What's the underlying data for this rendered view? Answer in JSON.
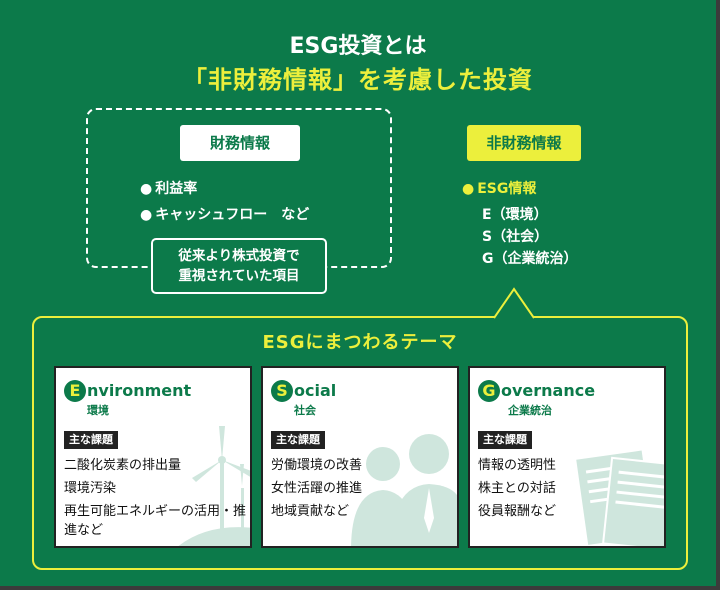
{
  "title": {
    "line1": "ESG投資とは",
    "line2": "「非財務情報」を考慮した投資"
  },
  "financial": {
    "tag": "財務情報",
    "items": [
      "利益率",
      "キャッシュフロー　など"
    ],
    "note_line1": "従来より株式投資で",
    "note_line2": "重視されていた項目"
  },
  "nonfinancial": {
    "tag": "非財務情報",
    "head": "ESG情報",
    "items": [
      "E（環境）",
      "S（社会）",
      "G（企業統治）"
    ]
  },
  "theme_title": "ESGにまつわるテーマ",
  "cards": [
    {
      "letter": "E",
      "word": "nvironment",
      "sub": "環境",
      "label": "主な課題",
      "items": [
        "二酸化炭素の排出量",
        "環境汚染",
        "再生可能エネルギーの活用・推進など"
      ]
    },
    {
      "letter": "S",
      "word": "ocial",
      "sub": "社会",
      "label": "主な課題",
      "items": [
        "労働環境の改善",
        "女性活躍の推進",
        "地域貢献など"
      ]
    },
    {
      "letter": "G",
      "word": "overnance",
      "sub": "企業統治",
      "label": "主な課題",
      "items": [
        "情報の透明性",
        "株主との対話",
        "役員報酬など"
      ]
    }
  ],
  "colors": {
    "bg": "#0c7a4a",
    "accent": "#ecef3c",
    "frame": "#3b3b3b",
    "art": "#cfe6dd"
  }
}
